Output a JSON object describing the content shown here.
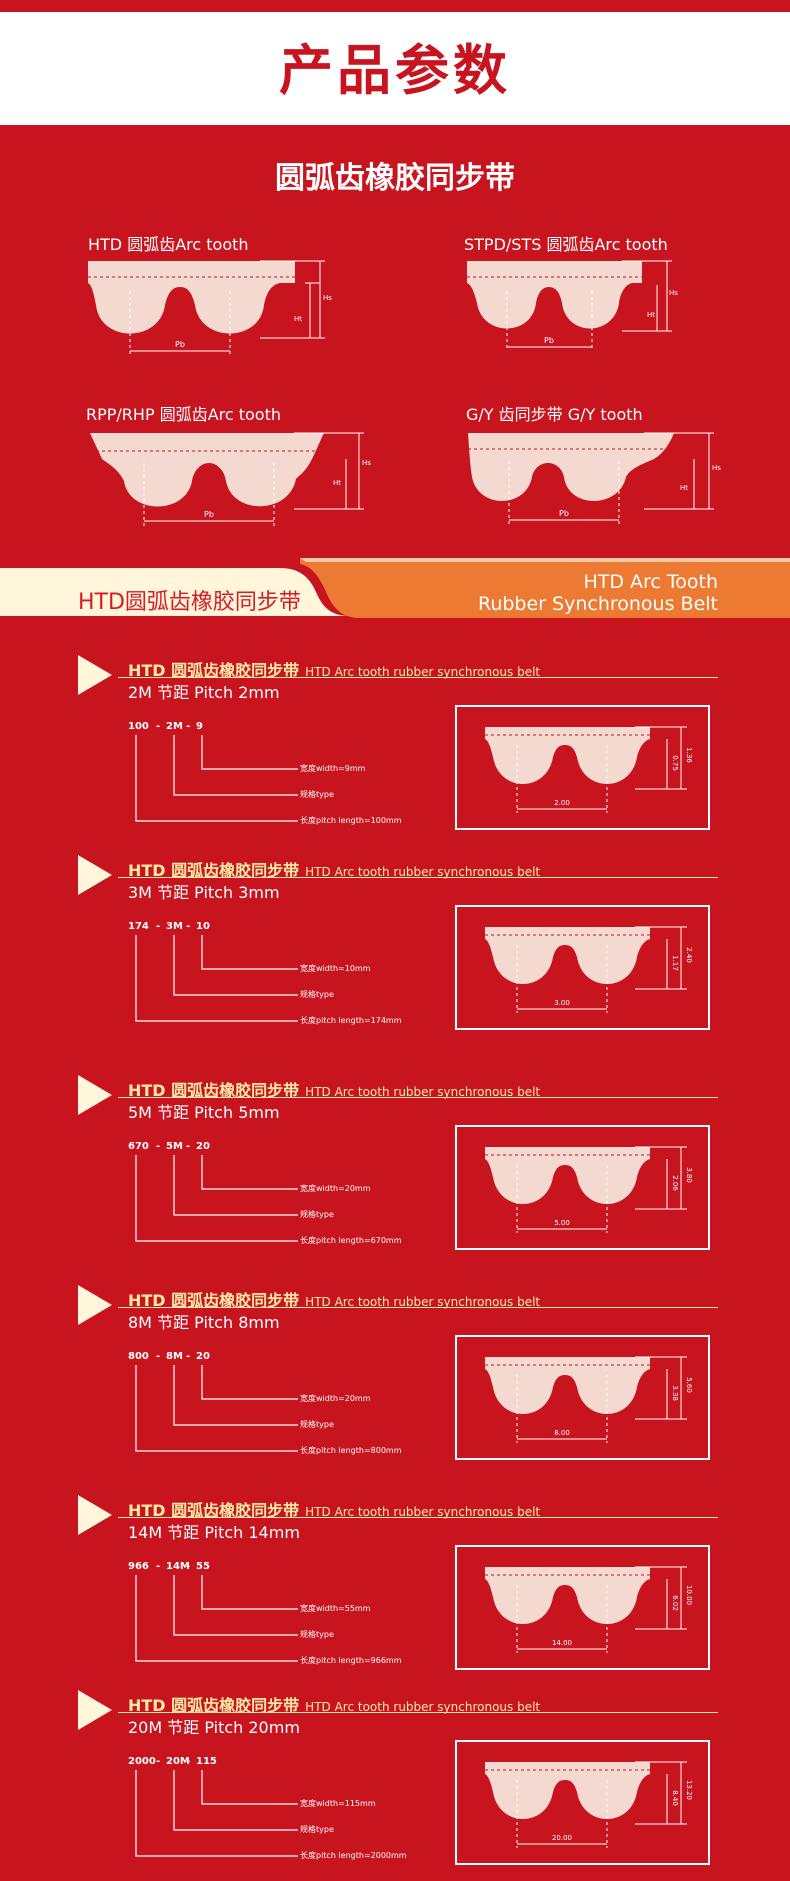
{
  "header": {
    "title": "产品参数"
  },
  "main_title": "圆弧齿橡胶同步带",
  "profiles": [
    {
      "label": "HTD 圆弧齿Arc tooth",
      "dims": [
        "Ht",
        "Hs",
        "Pb"
      ]
    },
    {
      "label": "STPD/STS 圆弧齿Arc tooth",
      "dims": [
        "Hs",
        "Ht",
        "Pb"
      ]
    },
    {
      "label": "RPP/RHP 圆弧齿Arc tooth",
      "dims": [
        "Hs",
        "Ht",
        "Pb"
      ]
    },
    {
      "label": "G/Y 齿同步带   G/Y  tooth",
      "dims": [
        "Hs",
        "Ht",
        "Pb"
      ]
    }
  ],
  "banner": {
    "left": "HTD圆弧齿橡胶同步带",
    "right_line1": "HTD Arc Tooth",
    "right_line2": "Rubber Synchronous Belt"
  },
  "sections": [
    {
      "title": "HTD 圆弧齿橡胶同步带",
      "title_en": "HTD Arc tooth rubber synchronous belt",
      "pitch": "2M 节距 Pitch 2mm",
      "code": {
        "length": "100",
        "type": "2M",
        "width": "9"
      },
      "ann": {
        "width": "宽度width=9mm",
        "type": "规格type",
        "length": "长度pitch length=100mm"
      },
      "dims": {
        "hs": "1.36",
        "ht": "0.75",
        "pb": "2.00"
      }
    },
    {
      "title": "HTD 圆弧齿橡胶同步带",
      "title_en": "HTD Arc tooth rubber synchronous belt",
      "pitch": "3M 节距 Pitch 3mm",
      "code": {
        "length": "174",
        "type": "3M",
        "width": "10"
      },
      "ann": {
        "width": "宽度width=10mm",
        "type": "规格type",
        "length": "长度pitch length=174mm"
      },
      "dims": {
        "hs": "2.40",
        "ht": "1.17",
        "pb": "3.00"
      }
    },
    {
      "title": "HTD 圆弧齿橡胶同步带",
      "title_en": "HTD Arc tooth rubber synchronous belt",
      "pitch": "5M 节距 Pitch 5mm",
      "code": {
        "length": "670",
        "type": "5M",
        "width": "20"
      },
      "ann": {
        "width": "宽度width=20mm",
        "type": "规格type",
        "length": "长度pitch length=670mm"
      },
      "dims": {
        "hs": "3.80",
        "ht": "2.06",
        "pb": "5.00"
      }
    },
    {
      "title": "HTD 圆弧齿橡胶同步带",
      "title_en": "HTD Arc tooth rubber synchronous belt",
      "pitch": "8M 节距 Pitch 8mm",
      "code": {
        "length": "800",
        "type": "8M",
        "width": "20"
      },
      "ann": {
        "width": "宽度width=20mm",
        "type": "规格type",
        "length": "长度pitch length=800mm"
      },
      "dims": {
        "hs": "5.60",
        "ht": "3.38",
        "pb": "8.00"
      }
    },
    {
      "title": "HTD 圆弧齿橡胶同步带",
      "title_en": "HTD Arc tooth rubber synchronous belt",
      "pitch": "14M 节距 Pitch 14mm",
      "code": {
        "length": "966",
        "type": "14M",
        "width": "55"
      },
      "ann": {
        "width": "宽度width=55mm",
        "type": "规格type",
        "length": "长度pitch length=966mm"
      },
      "dims": {
        "hs": "10.00",
        "ht": "6.02",
        "pb": "14.00"
      }
    },
    {
      "title": "HTD 圆弧齿橡胶同步带",
      "title_en": "HTD Arc tooth rubber synchronous belt",
      "pitch": "20M 节距 Pitch 20mm",
      "code": {
        "length": "2000",
        "type": "20M",
        "width": "115"
      },
      "ann": {
        "width": "宽度width=115mm",
        "type": "规格type",
        "length": "长度pitch length=2000mm"
      },
      "dims": {
        "hs": "13.20",
        "ht": "8.40",
        "pb": "20.00"
      }
    }
  ],
  "colors": {
    "background": "#c8141e",
    "belt": "#f3d9d0",
    "title_accent": "#ffe9a8",
    "banner_orange": "#ec7a33",
    "banner_cream": "#fff6dc"
  }
}
